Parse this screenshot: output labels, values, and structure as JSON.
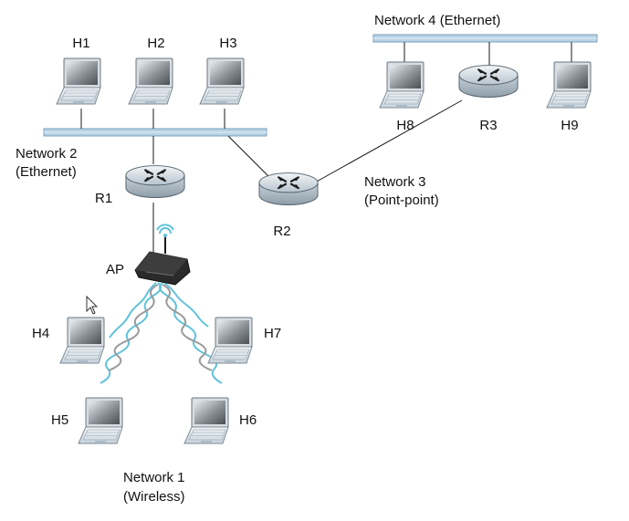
{
  "networks": {
    "n1": {
      "line1": "Network 1",
      "line2": "(Wireless)"
    },
    "n2": {
      "line1": "Network 2",
      "line2": "(Ethernet)"
    },
    "n3": {
      "line1": "Network 3",
      "line2": "(Point-point)"
    },
    "n4": {
      "line1": "Network 4 (Ethernet)"
    }
  },
  "hosts": {
    "h1": "H1",
    "h2": "H2",
    "h3": "H3",
    "h4": "H4",
    "h5": "H5",
    "h6": "H6",
    "h7": "H7",
    "h8": "H8",
    "h9": "H9"
  },
  "routers": {
    "r1": "R1",
    "r2": "R2",
    "r3": "R3"
  },
  "access_point": {
    "label": "AP"
  },
  "icons": {
    "host": "laptop-icon",
    "router": "router-icon",
    "access_point": "wireless-access-point-icon",
    "cursor": "mouse-cursor-icon"
  },
  "colors": {
    "ethernet_bus": "#b8d3e6",
    "ethernet_bus_edge": "#7c9fb8",
    "wireless_signal_primary": "#5fc3dc",
    "wireless_signal_secondary": "#9a9a9a",
    "router_body": "#d8e1e8",
    "access_point_body": "#2a2a2a"
  }
}
